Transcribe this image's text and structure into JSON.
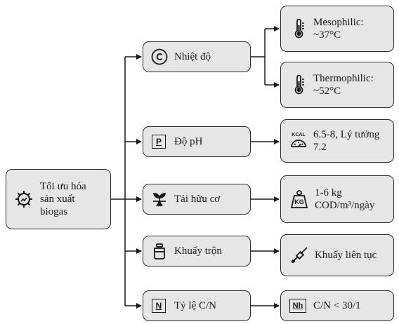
{
  "root": {
    "label": "Tối ưu hóa sản xuất biogas"
  },
  "factors": [
    {
      "label": "Nhiệt độ"
    },
    {
      "label": "Độ pH",
      "icon_text": "P"
    },
    {
      "label": "Tải hữu cơ"
    },
    {
      "label": "Khuấy trộn"
    },
    {
      "label": "Tỷ lệ C/N",
      "icon_text": "N"
    }
  ],
  "details": {
    "mesophilic": "Mesophilic: ~37°C",
    "thermophilic": "Thermophilic: ~52°C",
    "ph": "6.5-8, Lý tưởng 7.2",
    "ph_icon_text": "KCAL",
    "load": "1-6 kg COD/m³/ngày",
    "load_icon_text": "KG",
    "mixing": "Khuấy liên tục",
    "cn": "C/N < 30/1",
    "cn_icon_text": "Nh"
  },
  "icons": [
    "gear-chart-icon",
    "celsius-icon",
    "thermometer-icon",
    "parking-icon",
    "sprout-icon",
    "jar-icon",
    "n-box-icon",
    "kcal-scale-icon",
    "weight-icon",
    "mixer-icon",
    "nh-box-icon"
  ]
}
